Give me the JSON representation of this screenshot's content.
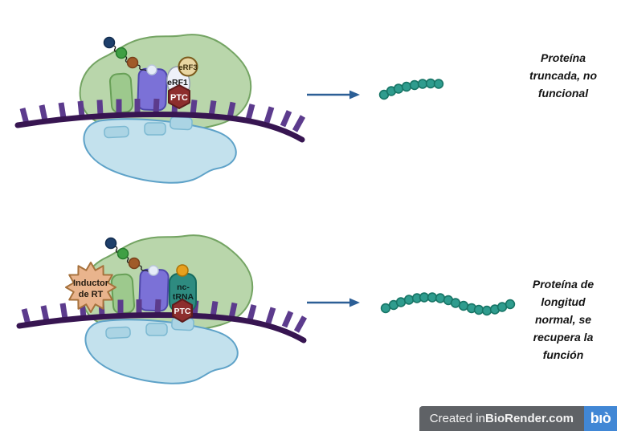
{
  "panels": {
    "top": {
      "release_factor_3_label": "eRF3",
      "release_factor_1_label": "eRF1",
      "ptc_label": "PTC",
      "result_text": "Proteína\ntruncada, no\nfuncional",
      "protein_bead_count": 8
    },
    "bottom": {
      "inductor_line1": "Inductor",
      "inductor_line2": "de RT",
      "nc_trna_line1": "nc-",
      "nc_trna_line2": "tRNA",
      "ptc_label": "PTC",
      "result_text": "Proteína de\nlongitud\nnormal, se\nrecupera la\nfunción",
      "protein_bead_count": 17
    }
  },
  "badge": {
    "prefix": "Created in ",
    "brand": "BioRender.com",
    "logo": "bıò"
  },
  "colors": {
    "mrna": "#371551",
    "mrna_ticks": "#5c3b8d",
    "ribosome_large_subunit": "#b9d6ab",
    "ribosome_small_subunit": "#c3e1ed",
    "trna": "#7b71d7",
    "nc_trna": "#2e8b80",
    "protein_bead": "#2f9c8e",
    "arrow": "#2c5f96",
    "ptc": "#8d2e2e",
    "erf3": "#e9d6a2",
    "inductor_starburst": "#e9b48d",
    "badge_background": "#5f6266",
    "badge_logo_blue": "#4187d5"
  }
}
